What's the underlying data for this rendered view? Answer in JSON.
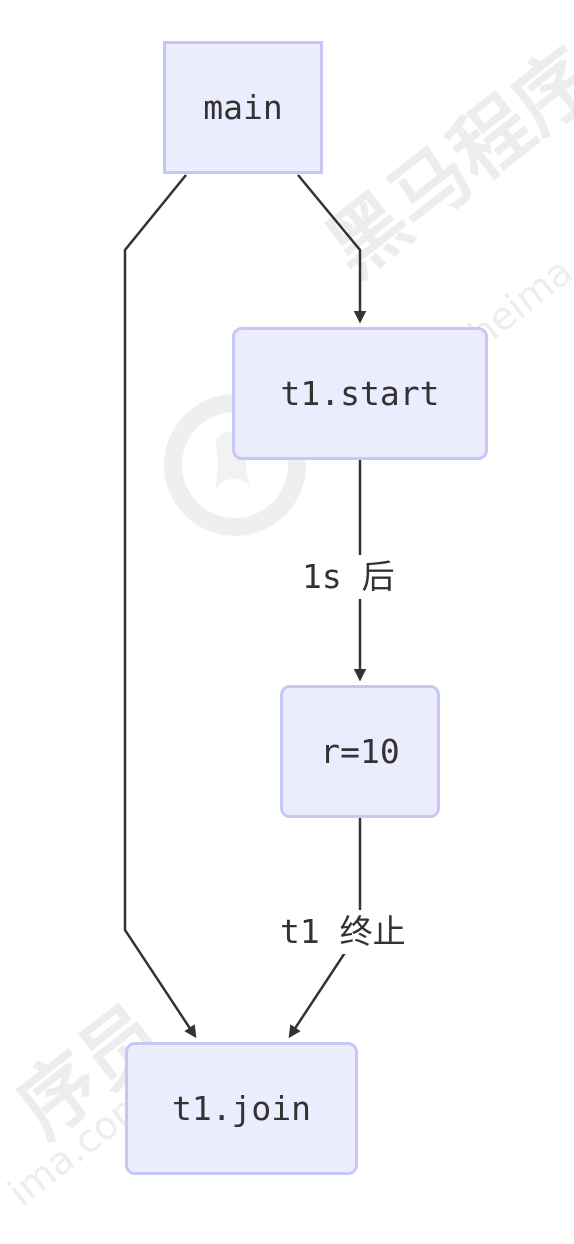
{
  "diagram": {
    "nodes": {
      "main": "main",
      "start": "t1.start",
      "r": "r=10",
      "join": "t1.join"
    },
    "edges": [
      {
        "from": "main",
        "to": "t1.join",
        "label": ""
      },
      {
        "from": "main",
        "to": "t1.start",
        "label": ""
      },
      {
        "from": "t1.start",
        "to": "r=10",
        "label": "1s 后"
      },
      {
        "from": "r=10",
        "to": "t1.join",
        "label": "t1 终止"
      }
    ]
  },
  "watermark": {
    "text_top": "黑马程序",
    "url_top": "www.itheima",
    "text_bottom": "序员",
    "url_bottom": "ima.com"
  },
  "colors": {
    "node_fill": "#ececff",
    "node_stroke": "#c7c7f7",
    "edge": "#333333",
    "text": "#333333"
  }
}
